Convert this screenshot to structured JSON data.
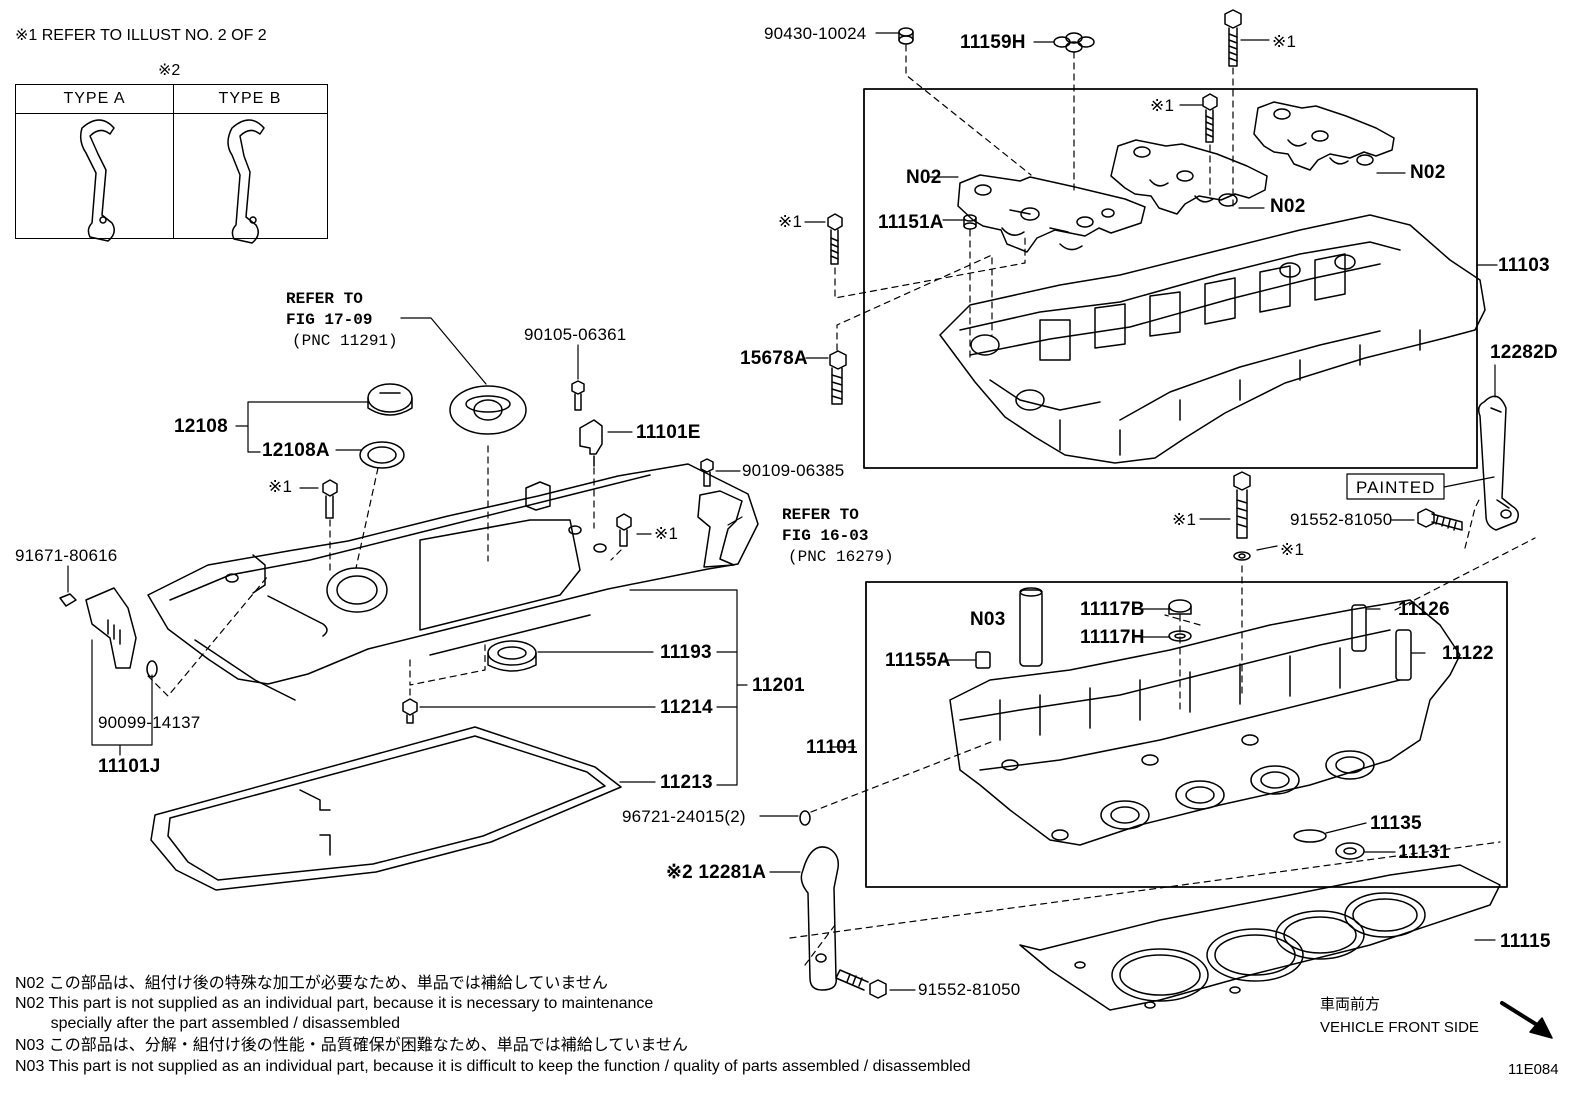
{
  "header": {
    "note1": "※1   REFER TO ILLUST NO. 2 OF 2",
    "note2_mark": "※2"
  },
  "type_table": {
    "col_a": "TYPE A",
    "col_b": "TYPE B"
  },
  "labels": {
    "p90430": "90430-10024",
    "p11159H": "11159H",
    "p11159H_star": "※1",
    "p_top_bolt_star": "※1",
    "pN02_a": "N02",
    "pN02_b": "N02",
    "pN02_c": "N02",
    "p_star_mid": "※1",
    "p11151A": "11151A",
    "p_star_left": "※1",
    "p11103": "11103",
    "p15678A": "15678A",
    "p12282D": "12282D",
    "painted": "PAINTED",
    "p91552_a": "91552-81050",
    "p_star_head1": "※1",
    "p_star_head2": "※1",
    "pN03": "N03",
    "p11117B": "11117B",
    "p11117H": "11117H",
    "p11126": "11126",
    "p11122": "11122",
    "p11155A": "11155A",
    "p11101": "11101",
    "p96721": "96721-24015(2)",
    "p11135": "11135",
    "p11131": "11131",
    "p12281A": "※2 12281A",
    "p11115": "11115",
    "p91552_b": "91552-81050",
    "p90105": "90105-06361",
    "p11101E": "11101E",
    "p90109": "90109-06385",
    "p12108": "12108",
    "p12108A": "12108A",
    "p_star_cover": "※1",
    "p_star_cover2": "※1",
    "p91671": "91671-80616",
    "p90099": "90099-14137",
    "p11101J": "11101J",
    "p11193": "11193",
    "p11214": "11214",
    "p11201": "11201",
    "p11213": "11213",
    "ref1": "REFER TO\nFIG 17-09",
    "ref1_pnc": "(PNC 11291)",
    "ref2": "REFER TO\nFIG 16-03",
    "ref2_pnc": "(PNC 16279)",
    "front_jp": "車両前方",
    "front_en": "VEHICLE FRONT SIDE",
    "illust_no": "11E084"
  },
  "notes": [
    "N02  この部品は、組付け後の特殊な加工が必要なため、単品では補給していません",
    "N02  This part is not supplied as an individual part, because it is necessary to maintenance",
    "        specially after the part assembled / disassembled",
    "N03  この部品は、分解・組付け後の性能・品質確保が困難なため、単品では補給していません",
    "N03  This part is not supplied as an individual part, because it is difficult to keep the function / quality of parts  assembled / disassembled"
  ]
}
